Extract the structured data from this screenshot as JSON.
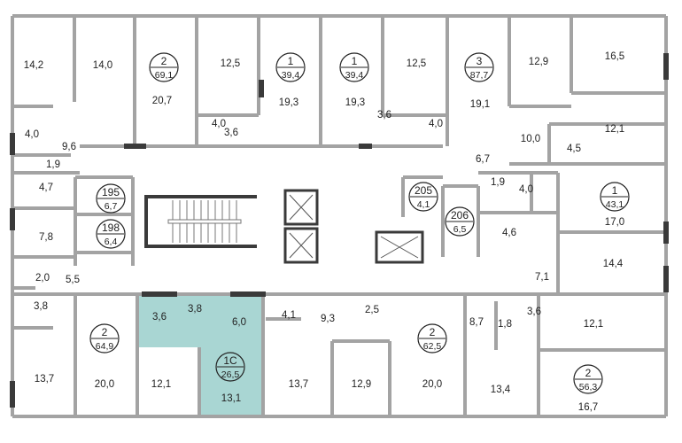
{
  "plan": {
    "highlight_color": "#a9d6d3",
    "wall_color": "#a3a3a3",
    "dark_wall_color": "#3a3a3a",
    "room_areas": [
      "14,2",
      "14,0",
      "20,7",
      "12,5",
      "19,3",
      "4,0",
      "3,6",
      "19,3",
      "12,5",
      "3,6",
      "4,0",
      "19,1",
      "12,9",
      "16,5",
      "10,0",
      "4,5",
      "12,1",
      "6,7",
      "9,6",
      "4,0",
      "1,9",
      "4,7",
      "7,8",
      "1,9",
      "4,0",
      "17,0",
      "4,6",
      "14,4",
      "7,1",
      "2,0",
      "5,5",
      "3,8",
      "3,6",
      "3,8",
      "6,0",
      "4,1",
      "9,3",
      "2,5",
      "8,7",
      "1,8",
      "3,6",
      "12,1",
      "13,1",
      "13,7",
      "20,0",
      "12,1",
      "13,7",
      "12,9",
      "20,0",
      "13,4",
      "16,7"
    ],
    "markers": [
      {
        "top": "2",
        "bottom": "69,1"
      },
      {
        "top": "1",
        "bottom": "39,4"
      },
      {
        "top": "1",
        "bottom": "39,4"
      },
      {
        "top": "3",
        "bottom": "87,7"
      },
      {
        "top": "195",
        "bottom": "6,7"
      },
      {
        "top": "198",
        "bottom": "6,4"
      },
      {
        "top": "205",
        "bottom": "4,1"
      },
      {
        "top": "206",
        "bottom": "6,5"
      },
      {
        "top": "1",
        "bottom": "43,1"
      },
      {
        "top": "2",
        "bottom": "64,9"
      },
      {
        "top": "1С",
        "bottom": "26,5"
      },
      {
        "top": "2",
        "bottom": "62,5"
      },
      {
        "top": "2",
        "bottom": "56,3"
      }
    ]
  }
}
